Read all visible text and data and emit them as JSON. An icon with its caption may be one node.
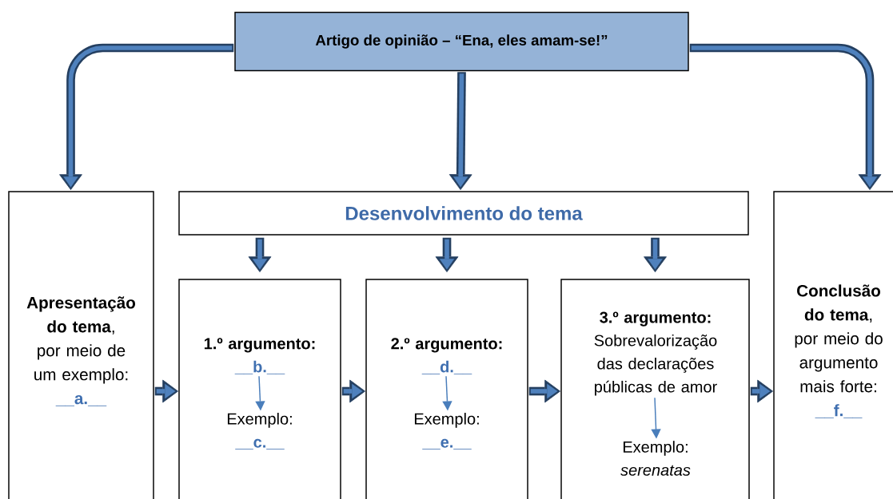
{
  "diagram": {
    "nodes": [
      {
        "text": [
          "Artigo de opinião – “Ena, eles amam-se!”"
        ]
      },
      {
        "text": [
          "**Apresentação do tema**, por meio de um exemplo:",
          "__a.__"
        ]
      },
      {
        "text": [
          "Desenvolvimento do tema"
        ]
      },
      {
        "text": [],
        "shape": "box"
      },
      {
        "text": [
          "1.º argumento:",
          "__b.__"
        ],
        "in": 3
      },
      {
        "text": [
          "Exemplo:",
          "__c.__"
        ],
        "in": 3
      },
      {
        "text": [],
        "shape": "box"
      },
      {
        "text": [
          "2.º argumento:",
          "__d.__"
        ],
        "in": 6
      },
      {
        "text": [
          "Exemplo:",
          "__e.__"
        ],
        "in": 6
      },
      {
        "text": [],
        "shape": "box"
      },
      {
        "text": [
          "3.º argumento:",
          "Sobrevalorização das declarações públicas de amor"
        ],
        "in": 9
      },
      {
        "text": [
          "Exemplo:",
          "serenatas"
        ],
        "in": 9
      },
      {
        "text": [
          "**Conclusão do tema**, por meio do argumento mais forte:",
          "__f.__"
        ]
      }
    ],
    "edges": [
      {
        "from": 0,
        "to": 1,
        "arrow": "to"
      },
      {
        "from": 0,
        "to": 2,
        "arrow": "to"
      },
      {
        "from": 0,
        "to": 12,
        "arrow": "to"
      },
      {
        "from": 2,
        "to": 3,
        "arrow": "to"
      },
      {
        "from": 2,
        "to": 6,
        "arrow": "to"
      },
      {
        "from": 2,
        "to": 9,
        "arrow": "to"
      },
      {
        "from": 1,
        "to": 3,
        "arrow": "to"
      },
      {
        "from": 3,
        "to": 6,
        "arrow": "to"
      },
      {
        "from": 6,
        "to": 9,
        "arrow": "to"
      },
      {
        "from": 9,
        "to": 12,
        "arrow": "to"
      },
      {
        "from": 4,
        "to": 5,
        "arrow": "to",
        "color": "#4a7ebb"
      },
      {
        "from": 7,
        "to": 8,
        "arrow": "to",
        "color": "#4a7ebb"
      },
      {
        "from": 10,
        "to": 11,
        "arrow": "to",
        "color": "#4a7ebb"
      }
    ]
  }
}
